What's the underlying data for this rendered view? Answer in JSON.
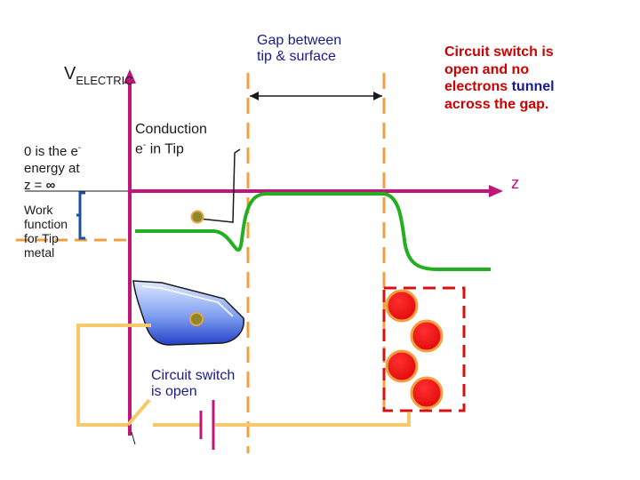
{
  "gap_label": [
    "Gap between",
    "tip & surface"
  ],
  "v_label_main": "V",
  "v_label_sub": "ELECTRIC",
  "conduction_label": [
    "Conduction",
    "e",
    "-",
    " in Tip"
  ],
  "zero_energy_label": [
    "0 is the e",
    "-",
    "energy at",
    "z = ",
    "∞"
  ],
  "work_function_label": [
    "Work",
    "function",
    "for Tip",
    "metal"
  ],
  "z_axis_label": "z",
  "circuit_switch_label": [
    "Circuit switch",
    "is open"
  ],
  "note": {
    "line1": "Circuit switch is",
    "line2": "open and no",
    "line3_a": "electrons ",
    "line3_b": "tunnel",
    "line4": "across the gap."
  },
  "colors": {
    "axis": "#c0157a",
    "potential": "#22b022",
    "gap_lines": "#f0a040",
    "wire": "#f6c86a",
    "battery": "#c0157a",
    "bracket": "#1f4fa0",
    "atoms": "#e81010",
    "box": "#d81010",
    "tip_fill_top": "#cfe0ff",
    "tip_fill_bottom": "#2a50d0",
    "electron_dot": "#8a8a2a"
  }
}
